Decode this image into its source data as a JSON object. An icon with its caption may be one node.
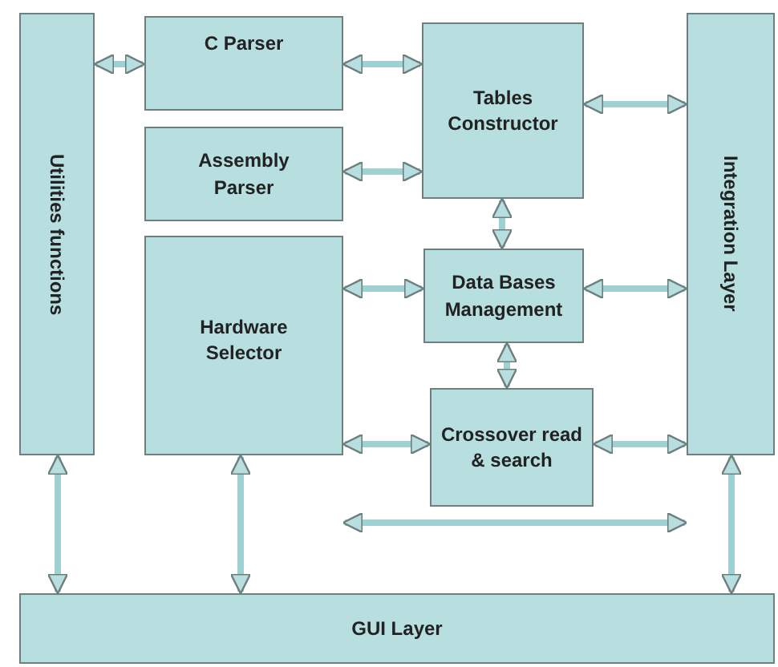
{
  "diagram": {
    "nodes": [
      {
        "text": [
          "Utilities functions"
        ]
      },
      {
        "text": [
          "C Parser"
        ]
      },
      {
        "text": [
          "Tables Constructor"
        ]
      },
      {
        "text": [
          "Integration Layer"
        ]
      },
      {
        "text": [
          "Assembly Parser"
        ]
      },
      {
        "text": [
          "Data Bases Management"
        ]
      },
      {
        "text": [
          "Hardware Selector"
        ]
      },
      {
        "text": [
          "Crossover read & search"
        ]
      },
      {
        "text": [
          "GUI Layer"
        ]
      }
    ],
    "edges": [
      {
        "from": 0,
        "to": 1,
        "arrow": "both"
      },
      {
        "from": 1,
        "to": 2,
        "arrow": "both"
      },
      {
        "from": 4,
        "to": 2,
        "arrow": "both"
      },
      {
        "from": 2,
        "to": 3,
        "arrow": "both"
      },
      {
        "from": 2,
        "to": 5,
        "arrow": "both"
      },
      {
        "from": 6,
        "to": 5,
        "arrow": "both"
      },
      {
        "from": 5,
        "to": 3,
        "arrow": "both"
      },
      {
        "from": 5,
        "to": 7,
        "arrow": "both"
      },
      {
        "from": 6,
        "to": 7,
        "arrow": "both"
      },
      {
        "from": 7,
        "to": 3,
        "arrow": "both"
      },
      {
        "from": 6,
        "to": 3,
        "arrow": "both"
      },
      {
        "from": 0,
        "to": 8,
        "arrow": "both"
      },
      {
        "from": 6,
        "to": 8,
        "arrow": "both"
      },
      {
        "from": 3,
        "to": 8,
        "arrow": "both"
      }
    ]
  }
}
